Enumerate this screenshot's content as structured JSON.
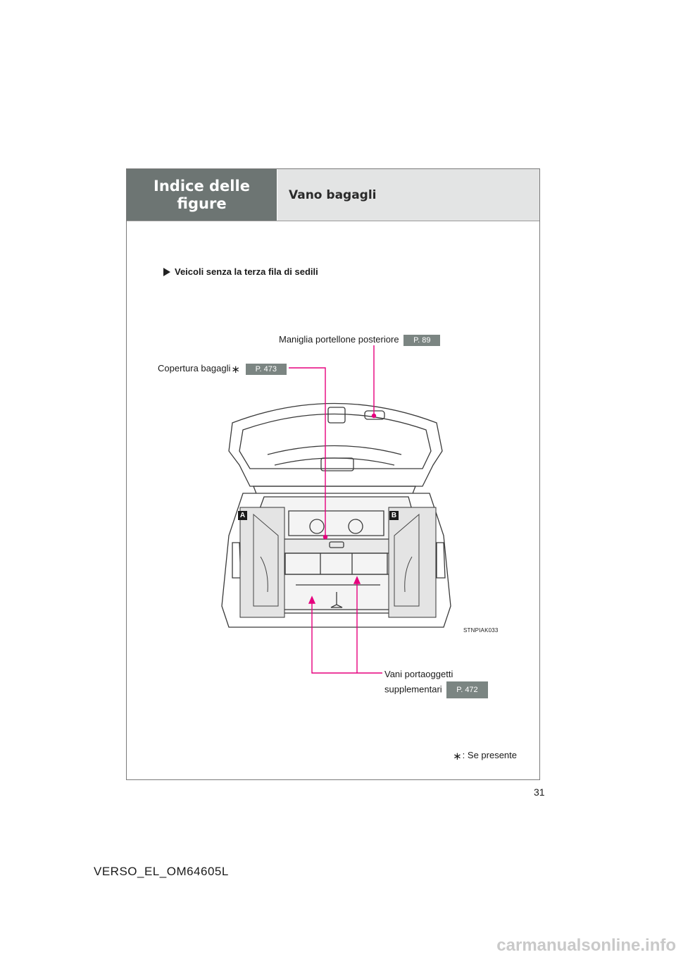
{
  "header": {
    "tab_label": "Indice delle figure",
    "section_title": "Vano bagagli"
  },
  "section": {
    "heading": "Veicoli senza la terza fila di sedili",
    "bullet_icon": "triangle-right-icon"
  },
  "callouts": {
    "tailgate_handle": {
      "label": "Maniglia portellone posteriore",
      "page_ref": "P. 89"
    },
    "cargo_cover": {
      "label": "Copertura bagagli",
      "asterisk": "∗",
      "page_ref": "P. 473"
    },
    "aux_boxes": {
      "label_line1": "Vani portaoggetti",
      "label_line2": "supplementari",
      "page_ref": "P. 472"
    }
  },
  "illustration": {
    "code": "STNPIAK033",
    "marker_a": "A",
    "marker_b": "B",
    "leader_color": "#e6007e"
  },
  "footnote": {
    "symbol": "∗",
    "text": ": Se presente"
  },
  "page_number": "31",
  "document_id": "VERSO_EL_OM64605L",
  "watermark": "carmanualsonline.info"
}
